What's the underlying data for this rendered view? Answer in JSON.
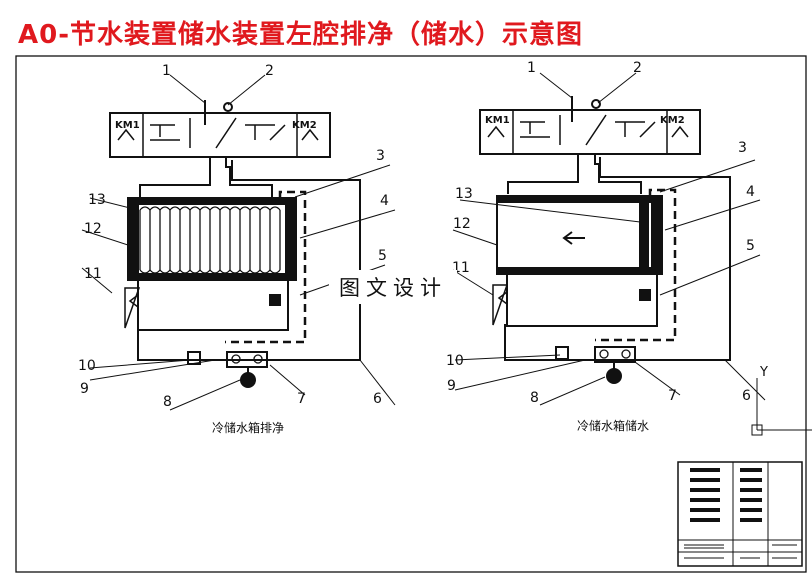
{
  "title": "A0-节水装置储水装置左腔排净（储水）示意图",
  "watermark": "图文设计",
  "left_diagram": {
    "caption": "冷储水箱排净",
    "valve_label_left": "KM1",
    "valve_label_right": "KM2",
    "callouts": [
      "1",
      "2",
      "3",
      "4",
      "5",
      "6",
      "7",
      "8",
      "9",
      "10",
      "11",
      "12",
      "13"
    ]
  },
  "right_diagram": {
    "caption": "冷储水箱储水",
    "valve_label_left": "KM1",
    "valve_label_right": "KM2",
    "callouts": [
      "1",
      "2",
      "3",
      "4",
      "5",
      "6",
      "7",
      "8",
      "9",
      "10",
      "11",
      "12",
      "13"
    ]
  },
  "axis_label": "Y",
  "colors": {
    "title": "#e0191e",
    "line": "#111111",
    "frame": "#111111"
  }
}
